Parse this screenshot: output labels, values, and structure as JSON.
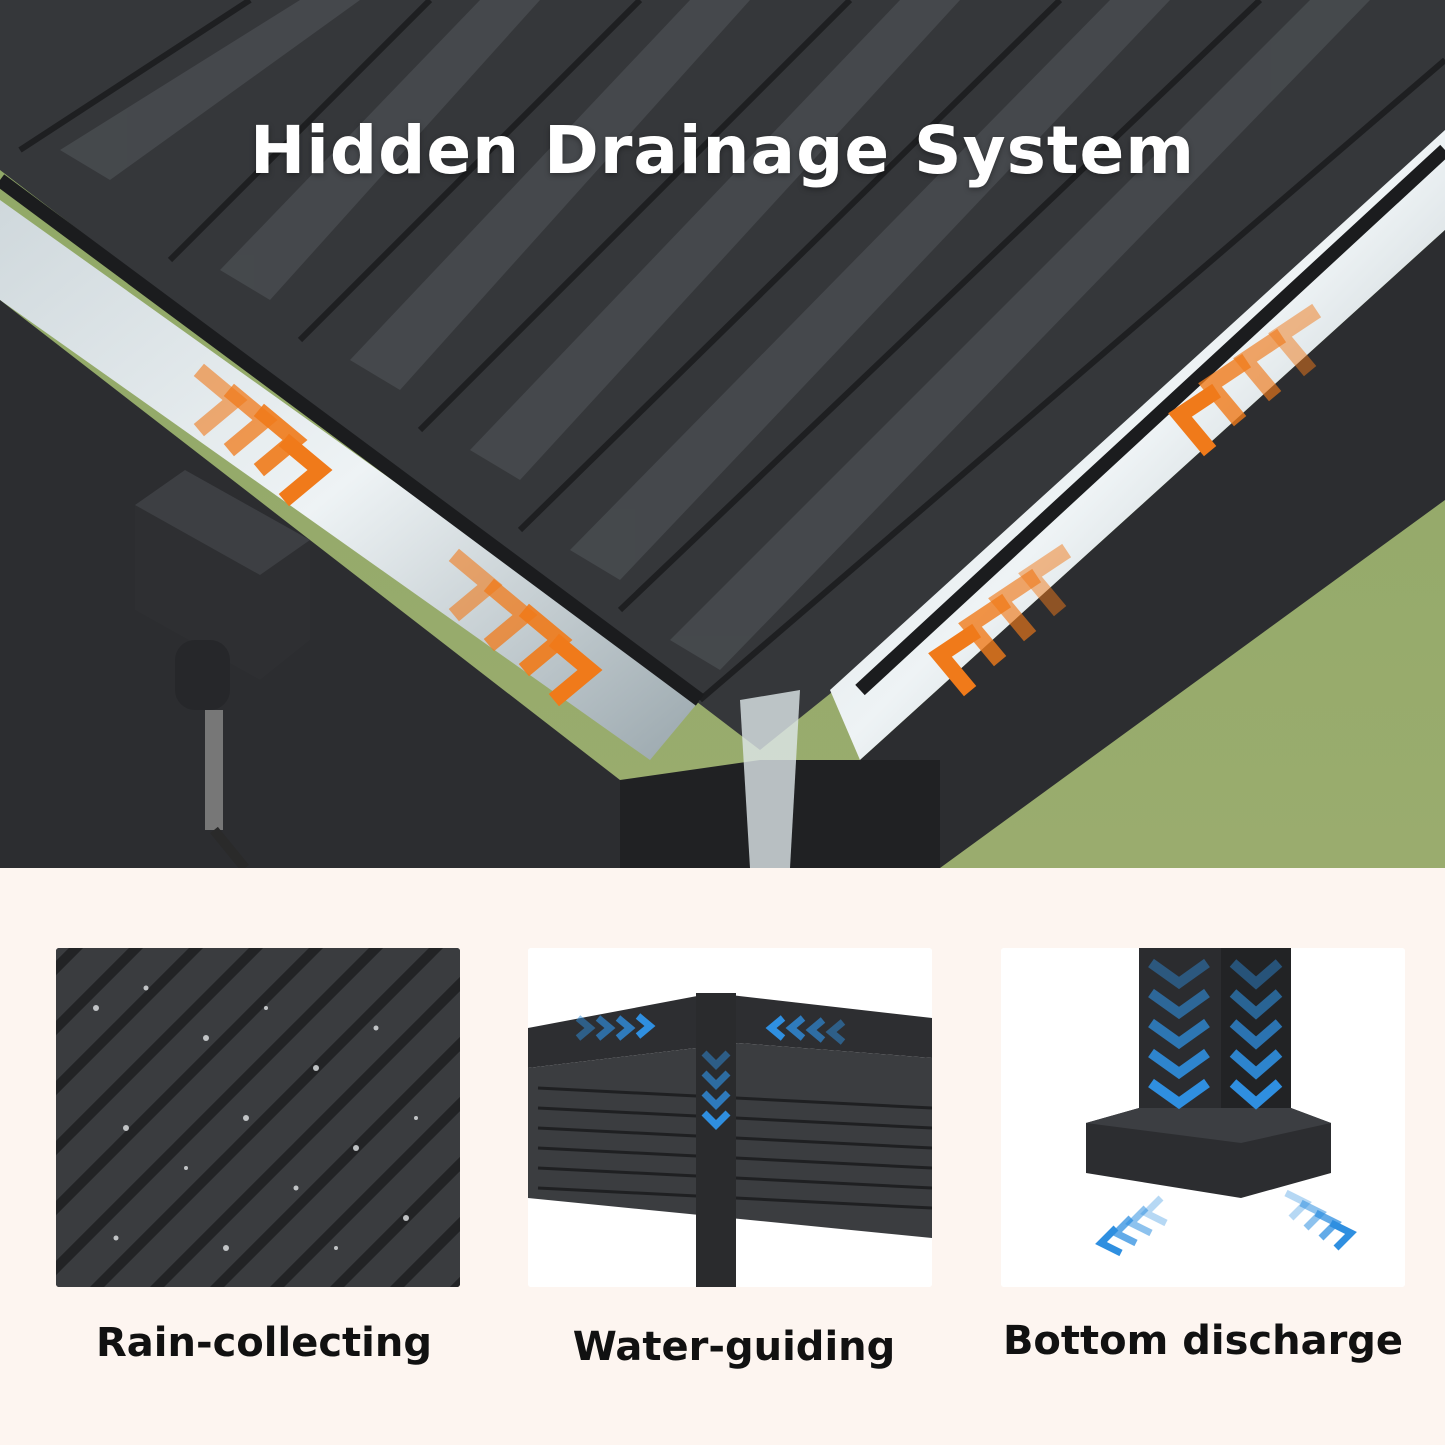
{
  "headline": "Hidden Drainage System",
  "colors": {
    "accent_orange": "#f07a1a",
    "accent_blue": "#2f8fe0",
    "frame_dark": "#2a2b2d",
    "background_green": "#93a86a",
    "lower_background": "#fdf5f0"
  },
  "features": [
    {
      "caption": "Rain-collecting",
      "icon": "louver-droplets-image"
    },
    {
      "caption": "Water-guiding",
      "icon": "frame-arrows-image"
    },
    {
      "caption": "Bottom discharge",
      "icon": "post-base-arrows-image"
    }
  ]
}
